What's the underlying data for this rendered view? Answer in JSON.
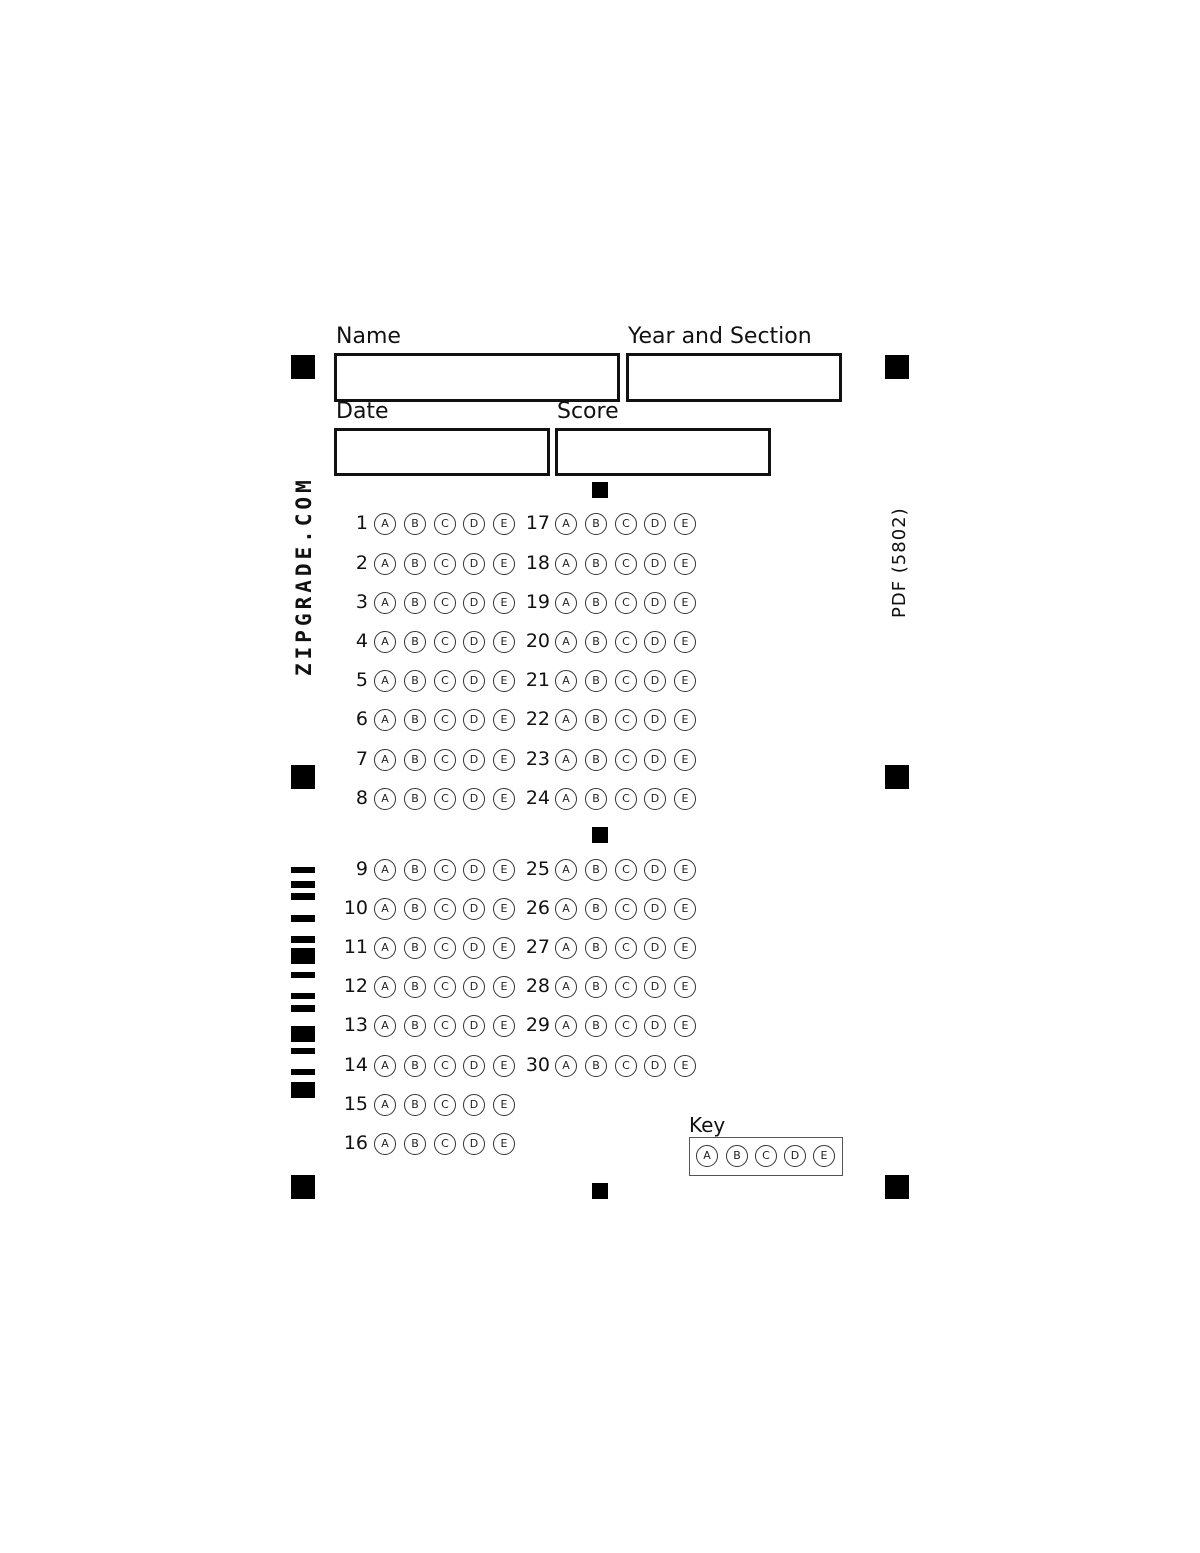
{
  "header": {
    "name_label": "Name",
    "year_section_label": "Year and Section",
    "date_label": "Date",
    "score_label": "Score",
    "name_value": "",
    "year_section_value": "",
    "date_value": "",
    "score_value": ""
  },
  "branding": {
    "site": "ZIPGRADE.COM",
    "form_id": "PDF  (5802)"
  },
  "choices": [
    "A",
    "B",
    "C",
    "D",
    "E"
  ],
  "questions": {
    "block1": {
      "col1": [
        "1",
        "2",
        "3",
        "4",
        "5",
        "6",
        "7",
        "8"
      ],
      "col2": [
        "17",
        "18",
        "19",
        "20",
        "21",
        "22",
        "23",
        "24"
      ]
    },
    "block2": {
      "col1": [
        "9",
        "10",
        "11",
        "12",
        "13",
        "14",
        "15",
        "16"
      ],
      "col2": [
        "25",
        "26",
        "27",
        "28",
        "29",
        "30"
      ]
    },
    "total": 30
  },
  "key": {
    "label": "Key"
  }
}
